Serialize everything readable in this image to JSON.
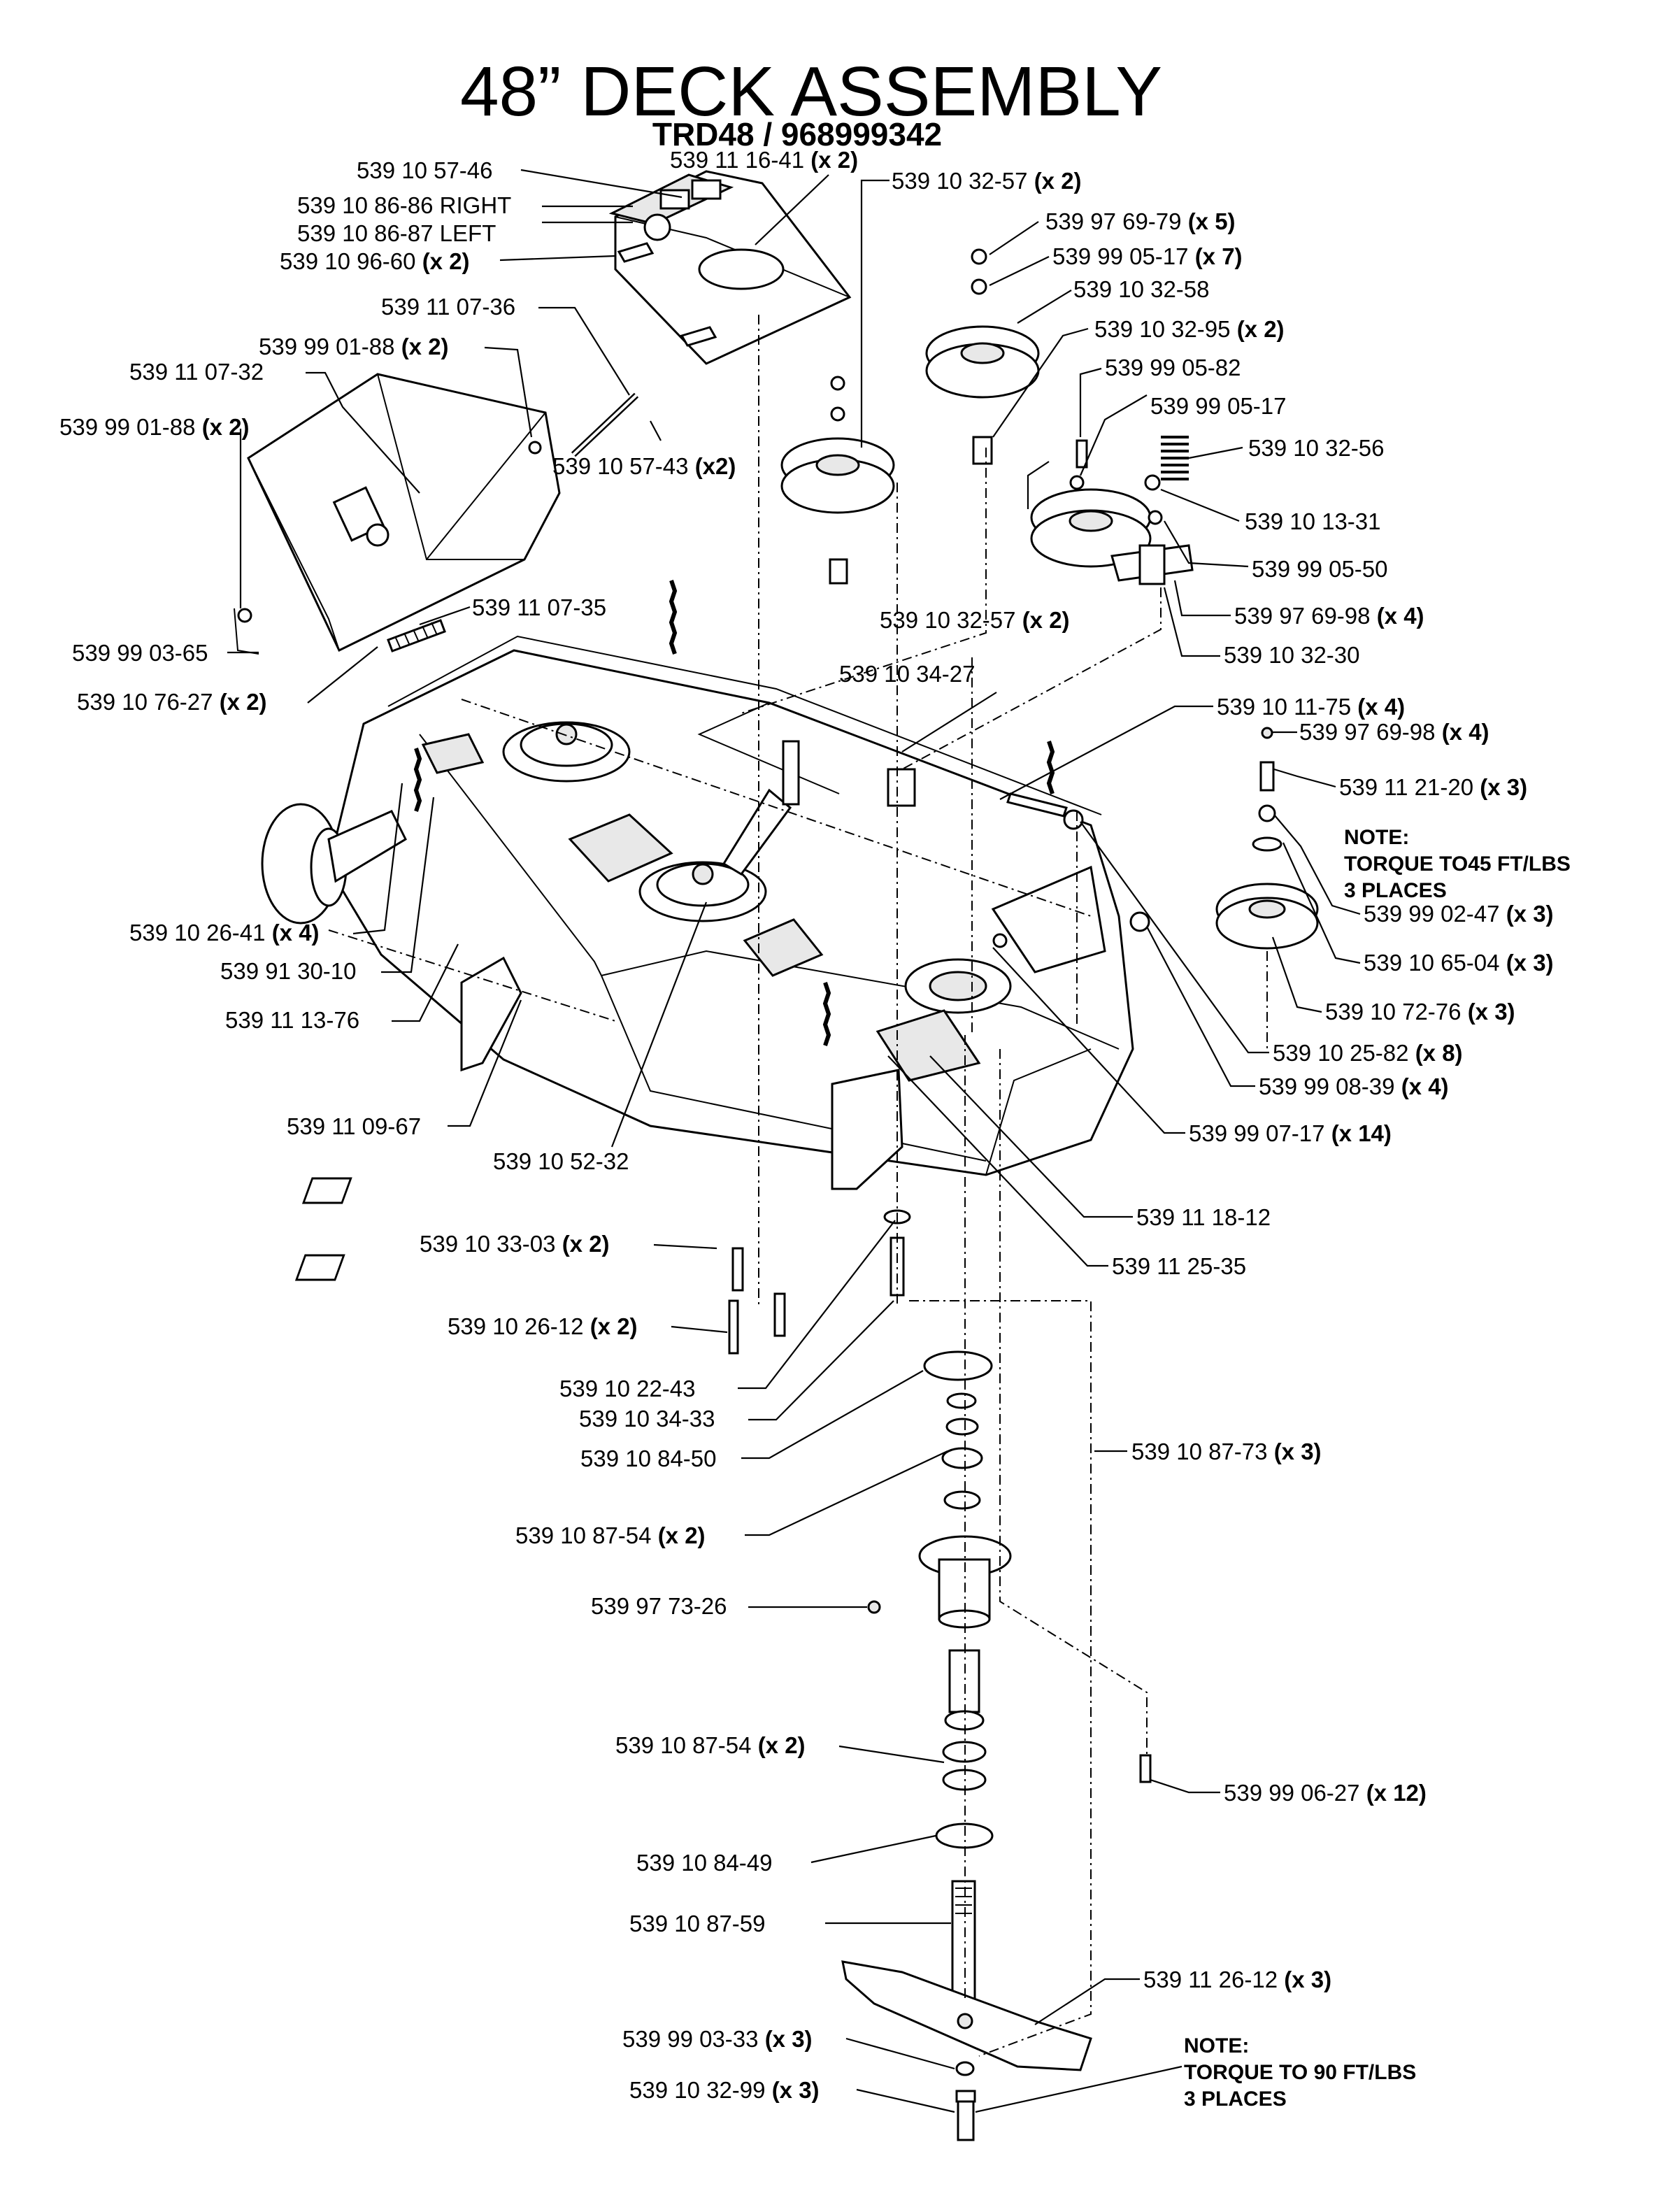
{
  "title": "48” DECK ASSEMBLY",
  "subtitle": "TRD48 / 968999342",
  "callouts": [
    {
      "part": "539 10 57-46",
      "qty": ""
    },
    {
      "part": "539 11 16-41",
      "qty": "(x 2)"
    },
    {
      "part": "539 10 32-57",
      "qty": "(x 2)"
    },
    {
      "part": "539 10 86-86 RIGHT",
      "qty": ""
    },
    {
      "part": "539 10 86-87 LEFT",
      "qty": ""
    },
    {
      "part": "539 10 96-60",
      "qty": "(x 2)"
    },
    {
      "part": "539 97 69-79",
      "qty": "(x 5)"
    },
    {
      "part": "539 99 05-17",
      "qty": "(x 7)"
    },
    {
      "part": "539 10 32-58",
      "qty": ""
    },
    {
      "part": "539 11 07-36",
      "qty": ""
    },
    {
      "part": "539 10 32-95",
      "qty": "(x 2)"
    },
    {
      "part": "539 99 01-88",
      "qty": "(x 2)"
    },
    {
      "part": "539 11 07-32",
      "qty": ""
    },
    {
      "part": "539 99 05-82",
      "qty": ""
    },
    {
      "part": "539 99 05-17",
      "qty": ""
    },
    {
      "part": "539 99 01-88",
      "qty": "(x 2)"
    },
    {
      "part": "539 10 57-43",
      "qty": "(x2)"
    },
    {
      "part": "539 10 32-56",
      "qty": ""
    },
    {
      "part": "539 10 13-31",
      "qty": ""
    },
    {
      "part": "539 99 05-50",
      "qty": ""
    },
    {
      "part": "539 11 07-35",
      "qty": ""
    },
    {
      "part": "539 97 69-98",
      "qty": "(x 4)"
    },
    {
      "part": "539 10 32-57",
      "qty": "(x 2)"
    },
    {
      "part": "539 99 03-65",
      "qty": ""
    },
    {
      "part": "539 10 32-30",
      "qty": ""
    },
    {
      "part": "539 10 76-27",
      "qty": "(x 2)"
    },
    {
      "part": "539 10 34-27",
      "qty": ""
    },
    {
      "part": "539 10 11-75",
      "qty": "(x 4)"
    },
    {
      "part": "539 97 69-98",
      "qty": "(x 4)"
    },
    {
      "part": "539 11 21-20",
      "qty": "(x 3)"
    },
    {
      "part": "539 99 02-47",
      "qty": "(x 3)"
    },
    {
      "part": "539 10 26-41",
      "qty": "(x 4)"
    },
    {
      "part": "539 10 65-04",
      "qty": "(x 3)"
    },
    {
      "part": "539 91 30-10",
      "qty": ""
    },
    {
      "part": "539 10 72-76",
      "qty": "(x 3)"
    },
    {
      "part": "539 11 13-76",
      "qty": ""
    },
    {
      "part": "539 10 25-82",
      "qty": "(x 8)"
    },
    {
      "part": "539 99 08-39",
      "qty": "(x 4)"
    },
    {
      "part": "539 11 09-67",
      "qty": ""
    },
    {
      "part": "539 99 07-17",
      "qty": "(x 14)"
    },
    {
      "part": "539 10 52-32",
      "qty": ""
    },
    {
      "part": "539 11 18-12",
      "qty": ""
    },
    {
      "part": "539 10 33-03",
      "qty": "(x 2)"
    },
    {
      "part": "539 11 25-35",
      "qty": ""
    },
    {
      "part": "539 10 26-12",
      "qty": "(x 2)"
    },
    {
      "part": "539 10 22-43",
      "qty": ""
    },
    {
      "part": "539 10 34-33",
      "qty": ""
    },
    {
      "part": "539 10 84-50",
      "qty": ""
    },
    {
      "part": "539 10 87-73",
      "qty": "(x 3)"
    },
    {
      "part": "539 10 87-54",
      "qty": "(x 2)"
    },
    {
      "part": "539 97 73-26",
      "qty": ""
    },
    {
      "part": "539 10 87-54",
      "qty": "(x 2)"
    },
    {
      "part": "539 99 06-27",
      "qty": "(x 12)"
    },
    {
      "part": "539 10 84-49",
      "qty": ""
    },
    {
      "part": "539 10 87-59",
      "qty": ""
    },
    {
      "part": "539 11 26-12",
      "qty": "(x 3)"
    },
    {
      "part": "539 99 03-33",
      "qty": "(x 3)"
    },
    {
      "part": "539 10 32-99",
      "qty": "(x 3)"
    }
  ],
  "notes": [
    {
      "lines": [
        "NOTE:",
        "TORQUE TO45 FT/LBS",
        "3 PLACES"
      ]
    },
    {
      "lines": [
        "NOTE:",
        "TORQUE TO 90 FT/LBS",
        "3 PLACES"
      ]
    }
  ]
}
